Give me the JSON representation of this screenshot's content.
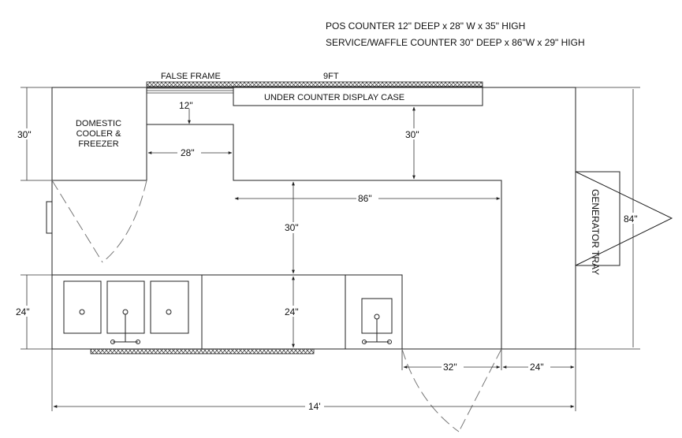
{
  "notes": {
    "pos": "POS COUNTER 12\" DEEP x 28\" W x 35\" HIGH",
    "service": "SERVICE/WAFFLE COUNTER 30\" DEEP x 86\"W x 29\" HIGH"
  },
  "labels": {
    "false_frame": "FALSE FRAME",
    "nine_ft": "9FT",
    "display_case": "UNDER COUNTER DISPLAY CASE",
    "cooler_1": "DOMESTIC",
    "cooler_2": "COOLER &",
    "cooler_3": "FREEZER",
    "generator": "GENERATOR TRAY"
  },
  "dims": {
    "d12": "12\"",
    "d28": "28\"",
    "d30_left": "30\"",
    "d30_mid": "30\"",
    "d86": "86\"",
    "d30_aisle": "30\"",
    "d24_left": "24\"",
    "d24_mid": "24\"",
    "d84": "84\"",
    "d32": "32\"",
    "d24_right": "24\"",
    "d14": "14'"
  }
}
